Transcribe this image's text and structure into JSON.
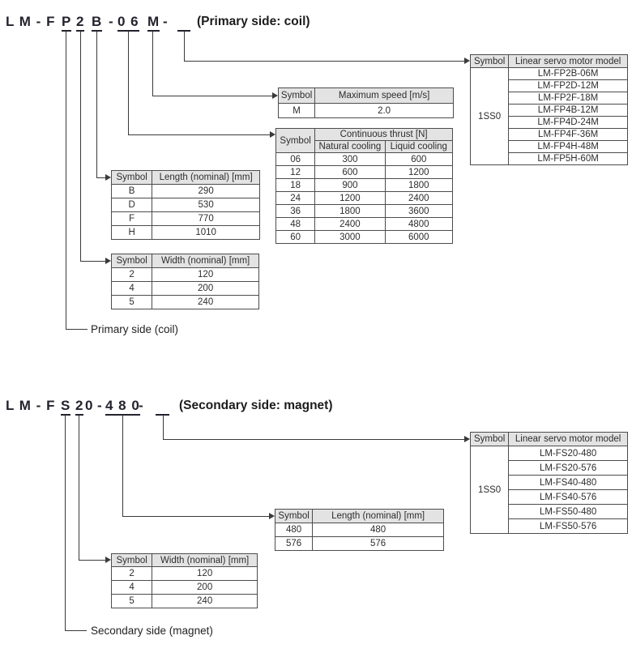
{
  "primary": {
    "code": {
      "prefix": "L M - F",
      "side_sym": "P",
      "width_sym": "2",
      "length_sym": "B",
      "dash1": "-",
      "thrust_sym": "0 6",
      "speed_sym": "M",
      "dash2": "-"
    },
    "caption": "(Primary side: coil)",
    "side_label": "Primary side (coil)",
    "tables": {
      "model": {
        "headers": [
          "Symbol",
          "Linear servo motor model"
        ],
        "symbol": "1SS0",
        "rows": [
          "LM-FP2B-06M",
          "LM-FP2D-12M",
          "LM-FP2F-18M",
          "LM-FP4B-12M",
          "LM-FP4D-24M",
          "LM-FP4F-36M",
          "LM-FP4H-48M",
          "LM-FP5H-60M"
        ]
      },
      "speed": {
        "headers": [
          "Symbol",
          "Maximum speed [m/s]"
        ],
        "rows": [
          [
            "M",
            "2.0"
          ]
        ]
      },
      "thrust": {
        "symbol_header": "Symbol",
        "main_header": "Continuous thrust [N]",
        "subheaders": [
          "Natural cooling",
          "Liquid cooling"
        ],
        "rows": [
          [
            "06",
            "300",
            "600"
          ],
          [
            "12",
            "600",
            "1200"
          ],
          [
            "18",
            "900",
            "1800"
          ],
          [
            "24",
            "1200",
            "2400"
          ],
          [
            "36",
            "1800",
            "3600"
          ],
          [
            "48",
            "2400",
            "4800"
          ],
          [
            "60",
            "3000",
            "6000"
          ]
        ]
      },
      "length": {
        "headers": [
          "Symbol",
          "Length (nominal) [mm]"
        ],
        "rows": [
          [
            "B",
            "290"
          ],
          [
            "D",
            "530"
          ],
          [
            "F",
            "770"
          ],
          [
            "H",
            "1010"
          ]
        ]
      },
      "width": {
        "headers": [
          "Symbol",
          "Width (nominal) [mm]"
        ],
        "rows": [
          [
            "2",
            "120"
          ],
          [
            "4",
            "200"
          ],
          [
            "5",
            "240"
          ]
        ]
      }
    }
  },
  "secondary": {
    "code": {
      "prefix": "L M - F",
      "side_sym": "S",
      "width_sym": "2",
      "zero": "0",
      "dash1": "-",
      "length_sym": "4 8 0",
      "dash2": "-"
    },
    "caption": "(Secondary side: magnet)",
    "side_label": "Secondary side (magnet)",
    "tables": {
      "model": {
        "headers": [
          "Symbol",
          "Linear servo motor model"
        ],
        "symbol": "1SS0",
        "rows": [
          "LM-FS20-480",
          "LM-FS20-576",
          "LM-FS40-480",
          "LM-FS40-576",
          "LM-FS50-480",
          "LM-FS50-576"
        ]
      },
      "length": {
        "headers": [
          "Symbol",
          "Length (nominal) [mm]"
        ],
        "rows": [
          [
            "480",
            "480"
          ],
          [
            "576",
            "576"
          ]
        ]
      },
      "width": {
        "headers": [
          "Symbol",
          "Width (nominal) [mm]"
        ],
        "rows": [
          [
            "2",
            "120"
          ],
          [
            "4",
            "200"
          ],
          [
            "5",
            "240"
          ]
        ]
      }
    }
  }
}
